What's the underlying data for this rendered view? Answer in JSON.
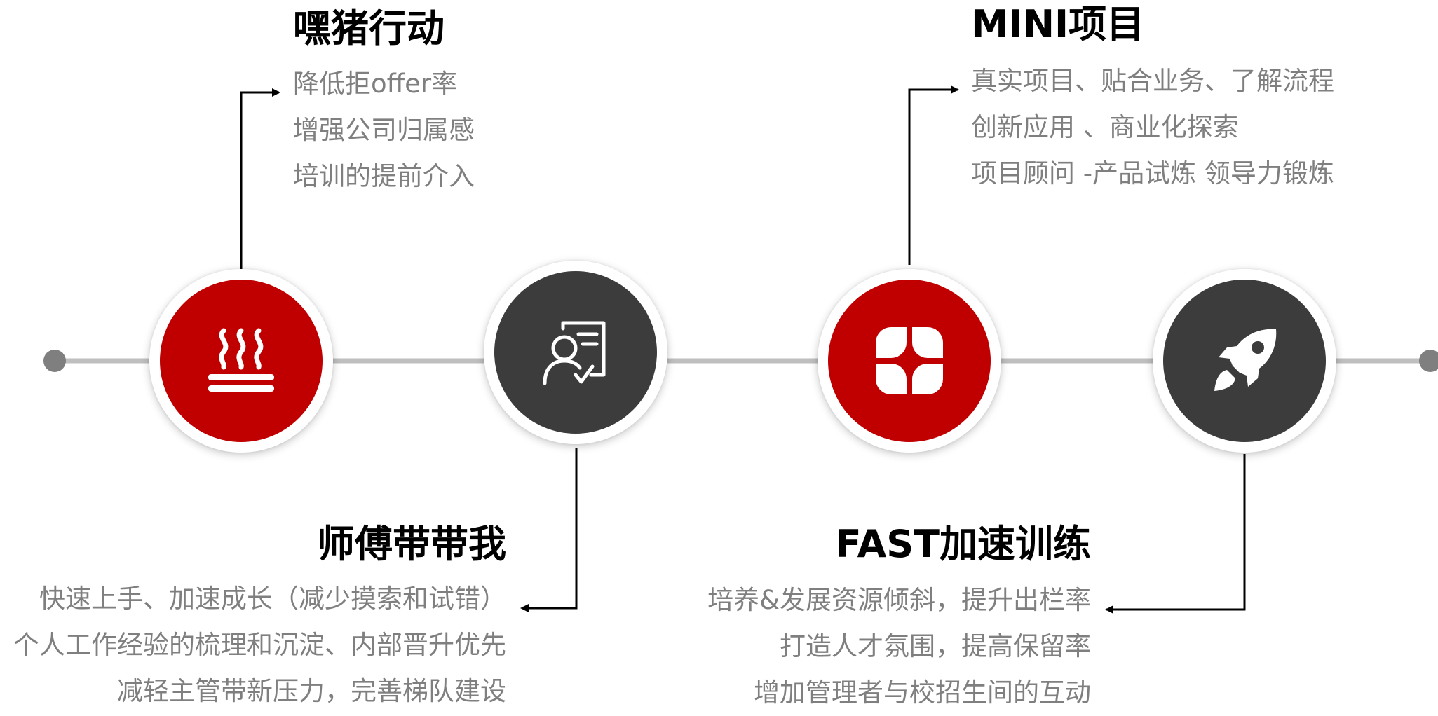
{
  "colors": {
    "accent": "#c00000",
    "dark": "#3c3c3c",
    "line": "#bfbfbf",
    "text": "#7f7f7f",
    "title": "#000000"
  },
  "milestones": [
    {
      "title": "嘿猪行动",
      "icon": "steam-heat-icon",
      "color": "red",
      "lines": [
        "降低拒offer率",
        "增强公司归属感",
        "培训的提前介入"
      ]
    },
    {
      "title": "师傅带带我",
      "icon": "user-checklist-icon",
      "color": "dark",
      "lines": [
        "快速上手、加速成长（减少摸索和试错）",
        "个人工作经验的梳理和沉淀、内部晋升优先",
        "减轻主管带新压力，完善梯队建设"
      ]
    },
    {
      "title": "MINI项目",
      "icon": "clover-apps-icon",
      "color": "red",
      "lines": [
        "真实项目、贴合业务、了解流程",
        "创新应用 、商业化探索",
        "项目顾问 -产品试炼 领导力锻炼"
      ]
    },
    {
      "title": "FAST加速训练",
      "icon": "rocket-icon",
      "color": "dark",
      "lines": [
        "培养&发展资源倾斜，提升出栏率",
        "打造人才氛围，提高保留率",
        "增加管理者与校招生间的互动"
      ]
    }
  ]
}
